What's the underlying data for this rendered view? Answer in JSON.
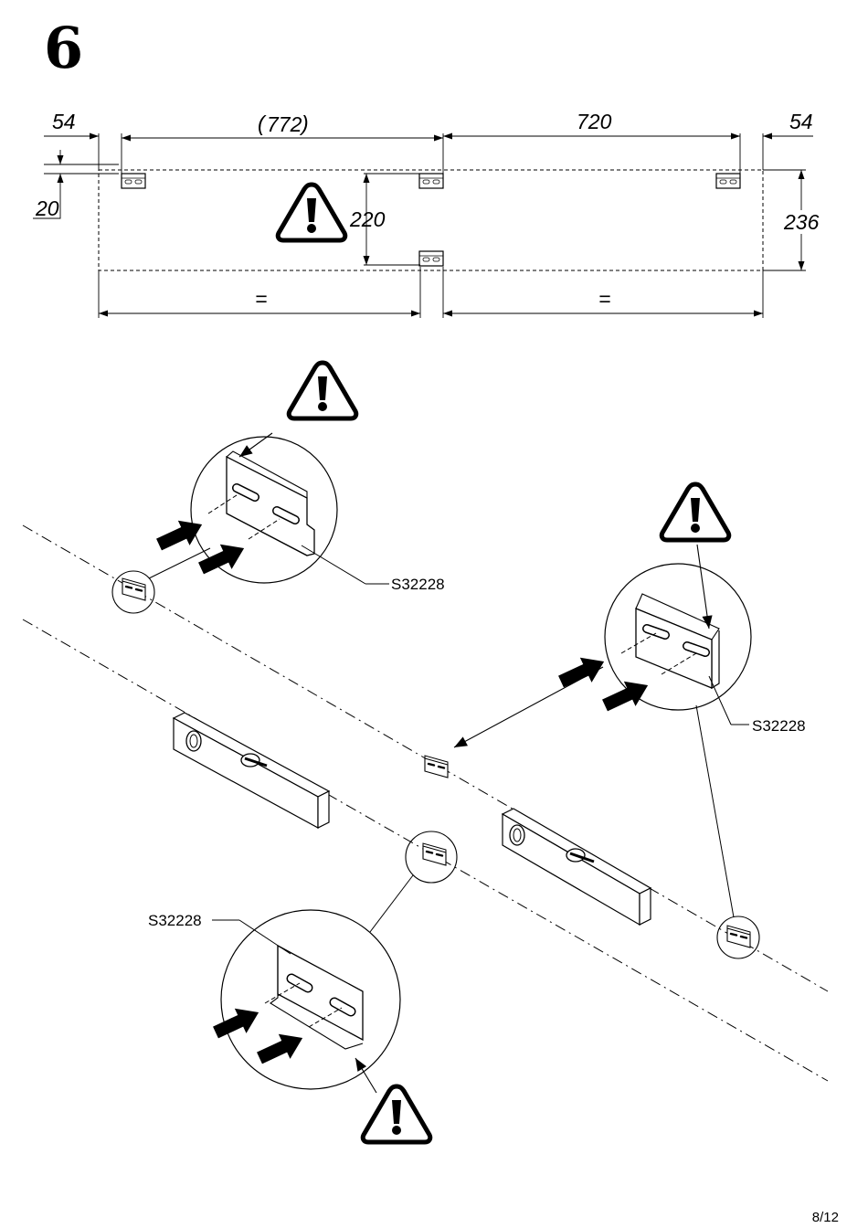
{
  "step_number": "6",
  "page_number": "8/12",
  "dimensions": {
    "left_margin": "54",
    "right_margin": "54",
    "span_left": "772",
    "span_right": "720",
    "top_offset": "20",
    "center_drop": "220",
    "panel_height": "236",
    "equal_left": "=",
    "equal_right": "="
  },
  "parts": {
    "bracket_upper_left": "S32228",
    "bracket_right": "S32228",
    "bracket_lower_left": "S32228"
  },
  "icons": [
    "warning-icon",
    "spirit-level-icon",
    "push-arrow-icon",
    "wall-bracket-icon"
  ]
}
